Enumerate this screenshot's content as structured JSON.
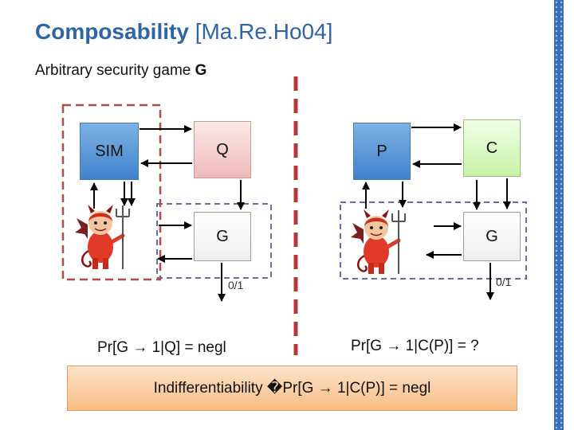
{
  "title": {
    "main": "Composability",
    "reference": "[Ma.Re.Ho04]"
  },
  "subtitle": {
    "text": "Arbitrary security game",
    "game_letter": "G"
  },
  "left_panel": {
    "sim_label": "SIM",
    "q_label": "Q",
    "game_label": "G",
    "output_label": "0/1",
    "probability_text": "Pr[G → 1|Q] = negl"
  },
  "right_panel": {
    "p_label": "P",
    "c_label": "C",
    "game_label": "G",
    "output_label": "0/1",
    "probability_text": "Pr[G → 1|C(P)] = ?"
  },
  "banner": {
    "text": "Indifferentiability �Pr[G → 1|C(P)] = negl"
  },
  "icons": [
    "devil-adversary-icon",
    "devil-adversary-icon"
  ],
  "colors": {
    "title": "#2e64a8",
    "dashed_red": "#b04a4a",
    "dashed_divider": "#b03a3a",
    "dashed_purple": "#6e6aa0",
    "sim_p_box": "#3f82cc",
    "q_box": "#efb9b9",
    "c_box": "#c6f3a6",
    "banner": "#f7bd82",
    "right_stripe": "#3a6fb5"
  }
}
